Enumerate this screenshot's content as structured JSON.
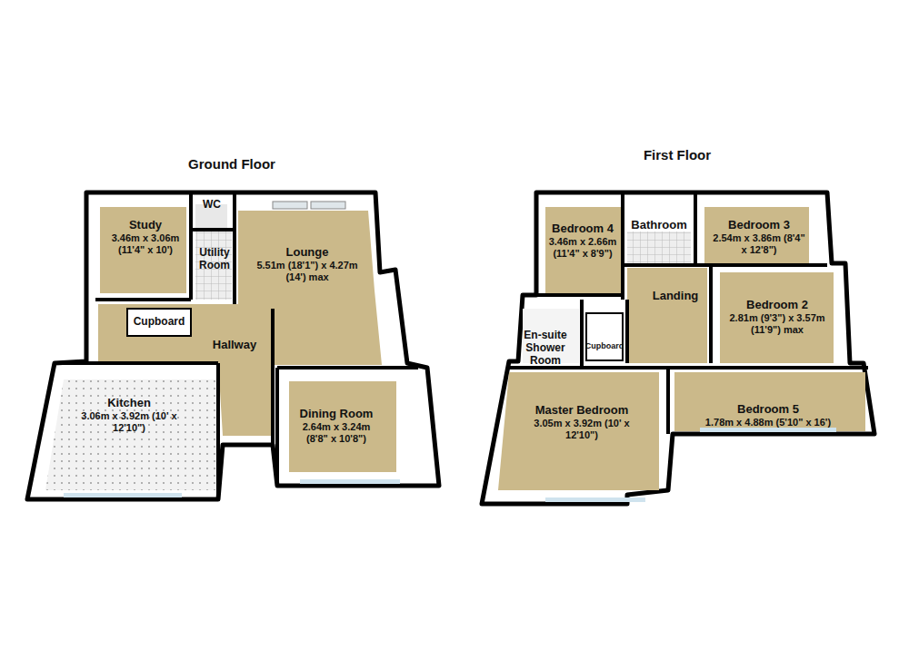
{
  "diagram": {
    "nodes": [
      {
        "text": [
          "Ground Floor"
        ]
      },
      {
        "text": [
          "Study",
          "3.46m x 3.06m (11'4\" x 10')"
        ],
        "in": 0
      },
      {
        "text": [
          "WC"
        ],
        "in": 0
      },
      {
        "text": [
          "Utility Room"
        ],
        "in": 0
      },
      {
        "text": [
          "Lounge",
          "5.51m (18'1\") x 4.27m (14') max"
        ],
        "in": 0
      },
      {
        "text": [
          "Cupboard"
        ],
        "in": 0
      },
      {
        "text": [
          "Hallway"
        ],
        "in": 0
      },
      {
        "text": [
          "Kitchen",
          "3.06m x 3.92m (10' x 12'10\")"
        ],
        "in": 0
      },
      {
        "text": [
          "Dining Room",
          "2.64m x 3.24m (8'8\" x 10'8\")"
        ],
        "in": 0
      },
      {
        "text": [
          "First Floor"
        ]
      },
      {
        "text": [
          "Bedroom 4",
          "3.46m x 2.66m (11'4\" x 8'9\")"
        ],
        "in": 9
      },
      {
        "text": [
          "Bathroom"
        ],
        "in": 9
      },
      {
        "text": [
          "Bedroom 3",
          "2.54m x 3.86m (8'4\" x 12'8\")"
        ],
        "in": 9
      },
      {
        "text": [
          "Landing"
        ],
        "in": 9
      },
      {
        "text": [
          "Bedroom 2",
          "2.81m (9'3\") x 3.57m (11'9\") max"
        ],
        "in": 9
      },
      {
        "text": [
          "En-suite Shower Room"
        ],
        "in": 9
      },
      {
        "text": [
          "Cupboard"
        ],
        "in": 9
      },
      {
        "text": [
          "Master Bedroom",
          "3.05m x 3.92m (10' x 12'10\")"
        ],
        "in": 9
      },
      {
        "text": [
          "Bedroom 5",
          "1.78m x 4.88m (5'10\" x 16')"
        ],
        "in": 9
      }
    ]
  }
}
